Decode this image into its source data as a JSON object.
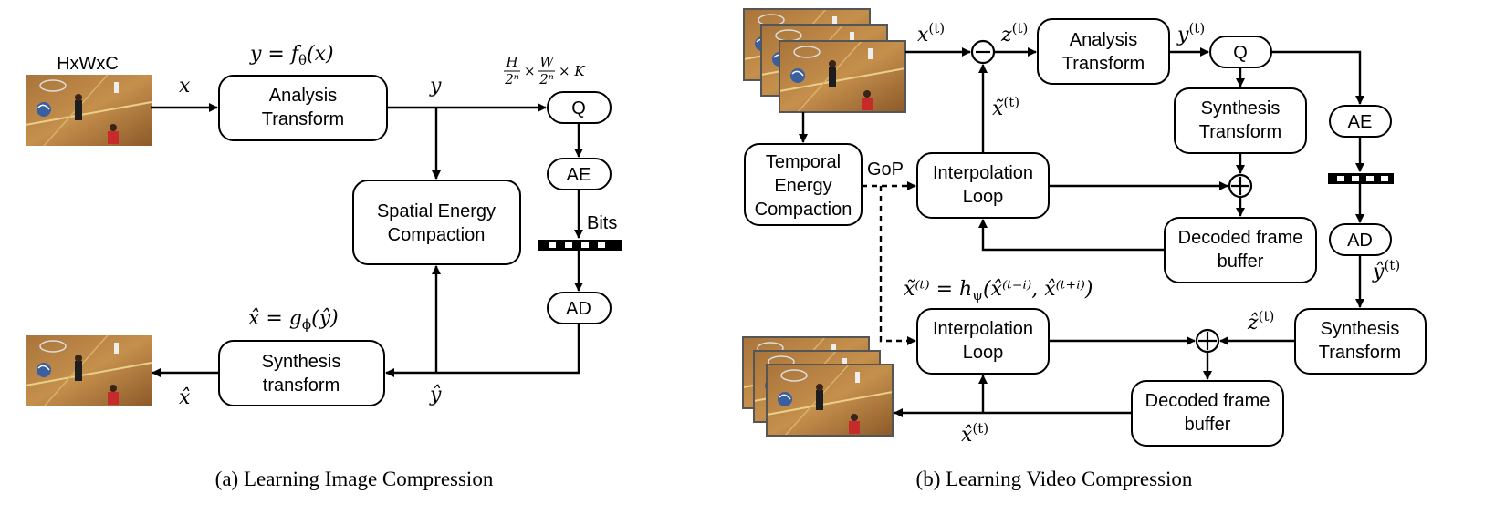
{
  "panel_a": {
    "caption": "(a)  Learning Image Compression",
    "input_dims": "HxWxC",
    "analysis_label": [
      "Analysis",
      "Transform"
    ],
    "sec_label": [
      "Spatial Energy",
      "Compaction"
    ],
    "synthesis_label": [
      "Synthesis",
      "transform"
    ],
    "q_label": "Q",
    "ae_label": "AE",
    "ad_label": "AD",
    "bits_label": "Bits",
    "eq_analysis": "y = f",
    "eq_analysis_sub": "θ",
    "eq_analysis_tail": "(x)",
    "eq_synthesis": "x̂ = g",
    "eq_synthesis_sub": "ϕ",
    "eq_synthesis_tail": "(ŷ)",
    "sym_x": "x",
    "sym_y": "y",
    "sym_yhat": "ŷ",
    "sym_xhat": "x̂",
    "latent_shape": {
      "h_num": "H",
      "h_den": "2ⁿ",
      "w_num": "W",
      "w_den": "2ⁿ",
      "tail": "× K",
      "times": "×"
    }
  },
  "panel_b": {
    "caption": "(b)  Learning Video Compression",
    "tec_label": [
      "Temporal",
      "Energy",
      "Compaction"
    ],
    "gop_label": "GoP",
    "interp_label": [
      "Interpolation",
      "Loop"
    ],
    "analysis_label": [
      "Analysis",
      "Transform"
    ],
    "synthesis_label": [
      "Synthesis",
      "Transform"
    ],
    "dfb_label": [
      "Decoded frame",
      "buffer"
    ],
    "q_label": "Q",
    "ae_label": "AE",
    "ad_label": "AD",
    "sym_xt": "x",
    "sym_zt": "z",
    "sym_yt": "y",
    "sym_xtilde": "x̃",
    "sym_yhat": "ŷ",
    "sym_zhat": "ẑ",
    "sym_xhat": "x̂",
    "sup_t": "(t)",
    "interp_eq": "x̃⁽ᵗ⁾ = h",
    "interp_eq_sub": "ψ",
    "interp_eq_tail": "(x̂⁽ᵗ⁻ⁱ⁾, x̂⁽ᵗ⁺ⁱ⁾)"
  }
}
